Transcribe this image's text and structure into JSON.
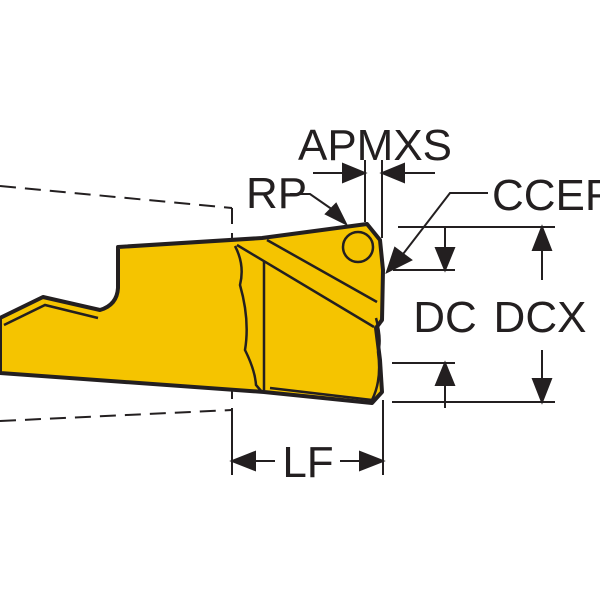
{
  "labels": {
    "apmxs": "APMXS",
    "rp": "RP",
    "ccer": "CCER",
    "dc": "DC",
    "dcx": "DCX",
    "lf": "LF"
  },
  "colors": {
    "insert_fill": "#f5c400",
    "line": "#231f20"
  }
}
